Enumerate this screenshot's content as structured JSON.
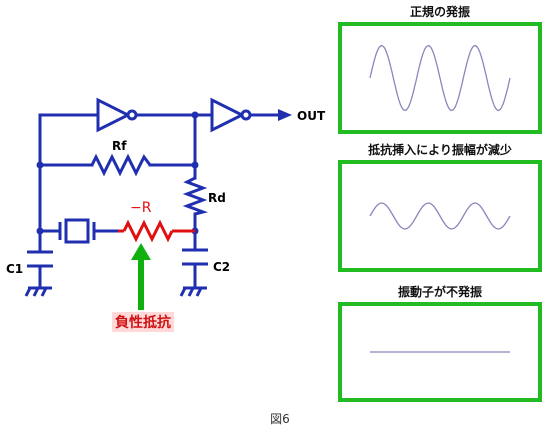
{
  "circuit": {
    "output_label": "OUT",
    "labels": {
      "rf": "Rf",
      "rd": "Rd",
      "neg_r": "−R",
      "c1": "C1",
      "c2": "C2"
    },
    "neg_resistance_caption": "負性抵抗",
    "colors": {
      "wire": "#1f2fb0",
      "neg": "#e01010",
      "arrow": "#11b011",
      "caption_bg": "#ffd9d9",
      "caption_text": "#d01010"
    }
  },
  "panels": [
    {
      "title": "正規の発振",
      "wave_amplitude": 1.0,
      "cycles": 3
    },
    {
      "title": "抵抗挿入により振幅が減少",
      "wave_amplitude": 0.4,
      "cycles": 3
    },
    {
      "title": "振動子が不発振",
      "wave_amplitude": 0.0,
      "cycles": 0
    }
  ],
  "figure_caption": "図6",
  "style": {
    "panel_border": "#22bb22",
    "wave": "#8888bb"
  }
}
